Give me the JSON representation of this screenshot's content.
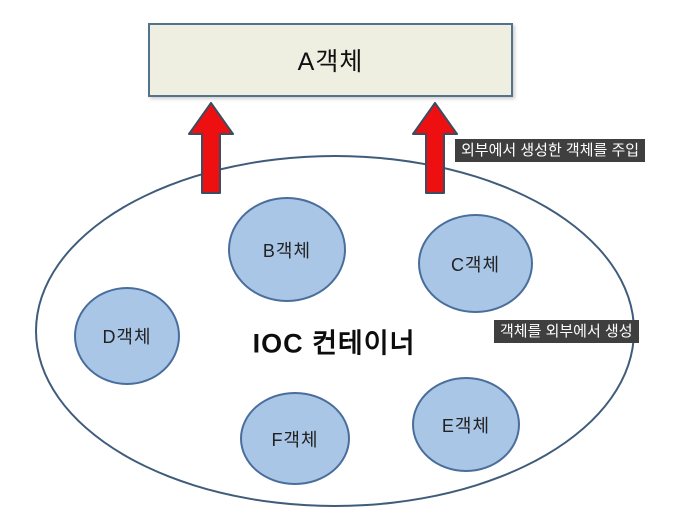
{
  "diagram": {
    "title": "IOC 컨테이너",
    "a_box": {
      "label": "A객체"
    },
    "objects": [
      {
        "id": "B",
        "label": "B객체"
      },
      {
        "id": "C",
        "label": "C객체"
      },
      {
        "id": "D",
        "label": "D객체"
      },
      {
        "id": "E",
        "label": "E객체"
      },
      {
        "id": "F",
        "label": "F객체"
      }
    ],
    "annotations": {
      "inject": "외부에서 생성한 객체를 주입",
      "create": "객체를 외부에서 생성"
    },
    "colors": {
      "a_box_fill": "#eeeee1",
      "a_box_border": "#54728e",
      "ellipse_border": "#3f5c7a",
      "circle_fill": "#a9c6e7",
      "circle_border": "#4a6e9c",
      "arrow_fill": "#ee1010",
      "arrow_border": "#3c4c63",
      "annotation_bg": "#3f3f3f",
      "annotation_text": "#ffffff"
    }
  }
}
